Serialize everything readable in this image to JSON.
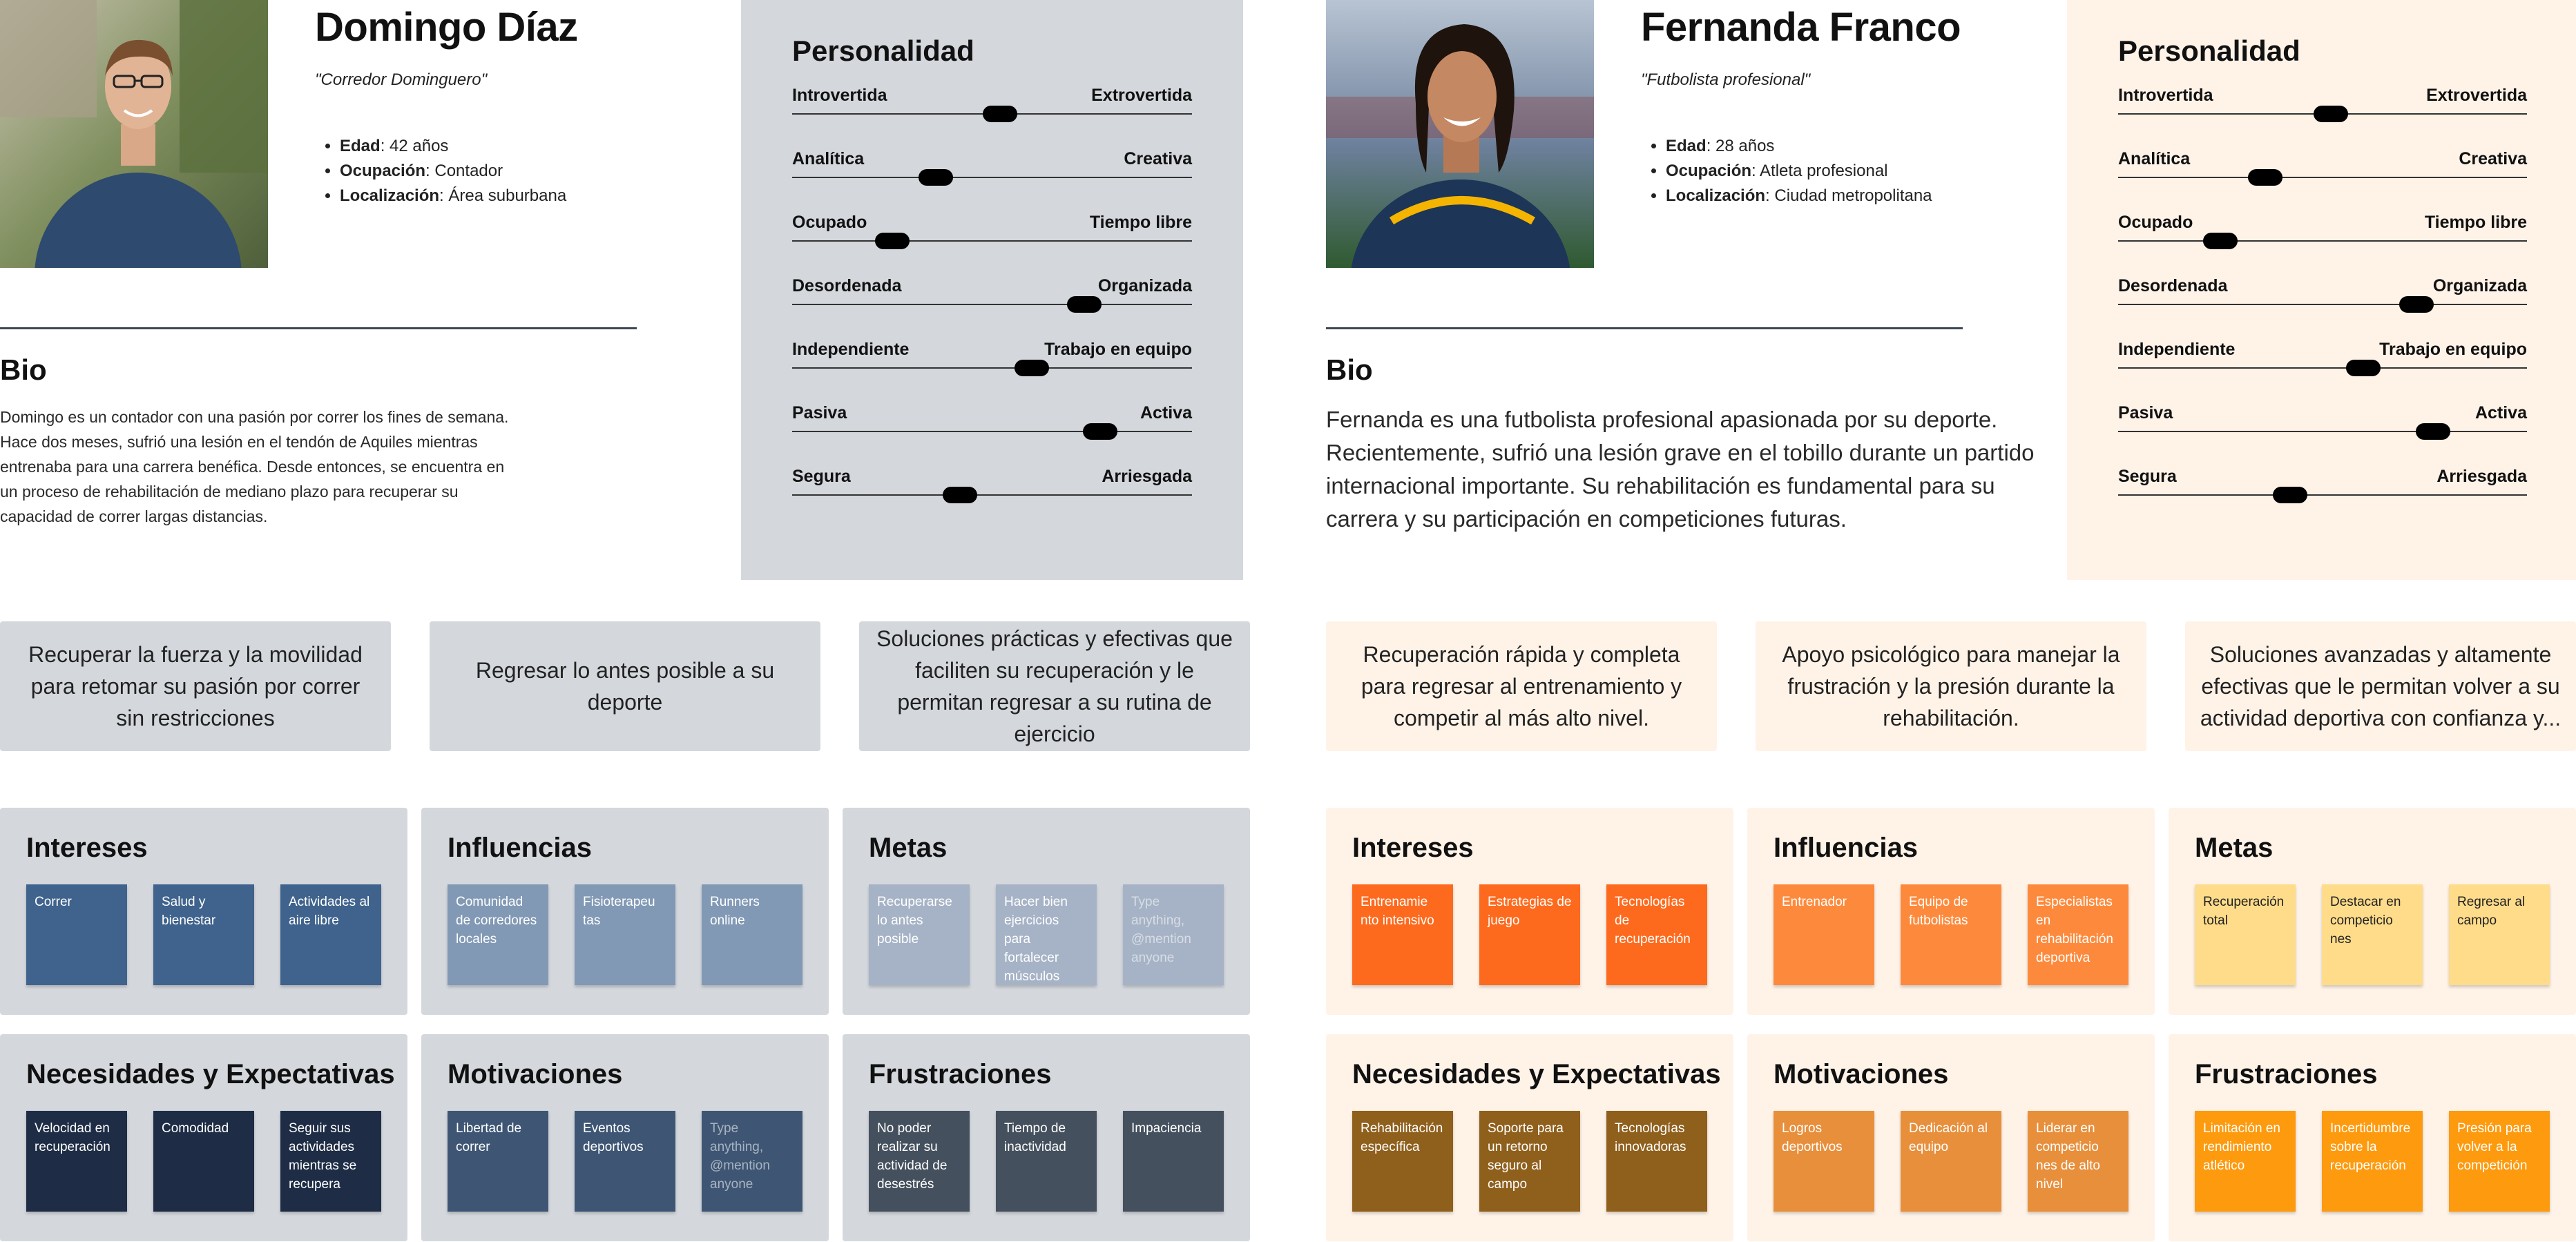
{
  "personas": [
    {
      "name": "Domingo Díaz",
      "quote": "\"Corredor Dominguero\"",
      "facts": [
        {
          "label": "Edad",
          "value": ": 42 años"
        },
        {
          "label": "Ocupación",
          "value": ": Contador"
        },
        {
          "label": "Localización",
          "value": ": Área suburbana"
        }
      ],
      "bio_title": "Bio",
      "bio": "Domingo es un contador con una pasión por correr los fines de semana. Hace dos meses, sufrió una lesión en el tendón de Aquiles mientras entrenaba para una carrera benéfica. Desde entonces, se encuentra en un proceso de rehabilitación de mediano plazo para recuperar su capacidad de correr largas distancias.",
      "personality_title": "Personalidad",
      "traits": [
        {
          "left": "Introvertida",
          "right": "Extrovertida",
          "value": 0.52
        },
        {
          "left": "Analítica",
          "right": "Creativa",
          "value": 0.36
        },
        {
          "left": "Ocupado",
          "right": "Tiempo libre",
          "value": 0.25
        },
        {
          "left": "Desordenada",
          "right": "Organizada",
          "value": 0.73
        },
        {
          "left": "Independiente",
          "right": "Trabajo en equipo",
          "value": 0.6
        },
        {
          "left": "Pasiva",
          "right": "Activa",
          "value": 0.77
        },
        {
          "left": "Segura",
          "right": "Arriesgada",
          "value": 0.42
        }
      ],
      "goals": [
        "Recuperar la fuerza y la movilidad para retomar su pasión por correr sin restricciones",
        "Regresar lo antes posible a su deporte",
        "Soluciones prácticas y efectivas que faciliten su recuperación y le permitan regresar a su rutina de ejercicio"
      ],
      "boards": [
        {
          "title": "Intereses",
          "notes": [
            {
              "text": "Correr",
              "color": "#3f638c"
            },
            {
              "text": "Salud y bienestar",
              "color": "#3f638c"
            },
            {
              "text": "Actividades al aire libre",
              "color": "#3f638c"
            }
          ]
        },
        {
          "title": "Influencias",
          "notes": [
            {
              "text": "Comunidad de corredores locales",
              "color": "#8199b5"
            },
            {
              "text": "Fisioterapeu tas",
              "color": "#8199b5"
            },
            {
              "text": "Runners online",
              "color": "#8199b5"
            }
          ]
        },
        {
          "title": "Metas",
          "notes": [
            {
              "text": "Recuperarse lo antes posible",
              "color": "#a6b3c6"
            },
            {
              "text": "Hacer bien ejercicios para fortalecer músculos",
              "color": "#a6b3c6"
            },
            {
              "text": "Type anything, @mention anyone",
              "color": "#a6b3c6",
              "placeholder": true
            }
          ]
        },
        {
          "title": "Necesidades y Expectativas",
          "notes": [
            {
              "text": "Velocidad en recuperación",
              "color": "#1e2d45"
            },
            {
              "text": "Comodidad",
              "color": "#1e2d45"
            },
            {
              "text": "Seguir sus actividades mientras se recupera",
              "color": "#1e2d45"
            }
          ]
        },
        {
          "title": "Motivaciones",
          "notes": [
            {
              "text": "Libertad de correr",
              "color": "#3e5674"
            },
            {
              "text": "Eventos deportivos",
              "color": "#3e5674"
            },
            {
              "text": "Type anything, @mention anyone",
              "color": "#3e5674",
              "placeholder": true
            }
          ]
        },
        {
          "title": "Frustraciones",
          "notes": [
            {
              "text": "No poder realizar su actividad de desestrés",
              "color": "#45505e"
            },
            {
              "text": "Tiempo de inactividad",
              "color": "#45505e"
            },
            {
              "text": "Impaciencia",
              "color": "#45505e"
            }
          ]
        }
      ]
    },
    {
      "name": "Fernanda Franco",
      "quote": "\"Futbolista profesional\"",
      "facts": [
        {
          "label": "Edad",
          "value": ": 28 años"
        },
        {
          "label": "Ocupación",
          "value": ": Atleta profesional"
        },
        {
          "label": "Localización",
          "value": ": Ciudad metropolitana"
        }
      ],
      "bio_title": "Bio",
      "bio": "Fernanda es una futbolista profesional apasionada por su deporte. Recientemente, sufrió una lesión grave en el tobillo durante un partido internacional importante. Su rehabilitación es fundamental para su carrera y su participación en competiciones futuras.",
      "personality_title": "Personalidad",
      "traits": [
        {
          "left": "Introvertida",
          "right": "Extrovertida",
          "value": 0.52
        },
        {
          "left": "Analítica",
          "right": "Creativa",
          "value": 0.36
        },
        {
          "left": "Ocupado",
          "right": "Tiempo libre",
          "value": 0.25
        },
        {
          "left": "Desordenada",
          "right": "Organizada",
          "value": 0.73
        },
        {
          "left": "Independiente",
          "right": "Trabajo en equipo",
          "value": 0.6
        },
        {
          "left": "Pasiva",
          "right": "Activa",
          "value": 0.77
        },
        {
          "left": "Segura",
          "right": "Arriesgada",
          "value": 0.42
        }
      ],
      "goals": [
        "Recuperación rápida y completa para regresar al entrenamiento y competir al más alto nivel.",
        "Apoyo  psicológico para manejar la frustración y la presión durante la rehabilitación.",
        "Soluciones avanzadas y altamente efectivas que le permitan volver a su actividad deportiva con confianza y..."
      ],
      "boards": [
        {
          "title": "Intereses",
          "notes": [
            {
              "text": "Entrenamie nto intensivo",
              "color": "#fd6a1d"
            },
            {
              "text": "Estrategias de juego",
              "color": "#fd6a1d"
            },
            {
              "text": "Tecnologías de recuperación",
              "color": "#fd6a1d"
            }
          ]
        },
        {
          "title": "Influencias",
          "notes": [
            {
              "text": "Entrenador",
              "color": "#fd8a3c"
            },
            {
              "text": "Equipo de futbolistas",
              "color": "#fd8a3c"
            },
            {
              "text": "Especialistas en rehabilitación deportiva",
              "color": "#fd8a3c"
            }
          ]
        },
        {
          "title": "Metas",
          "notes": [
            {
              "text": "Recuperación total",
              "color": "#fedc8a",
              "dark": true
            },
            {
              "text": "Destacar en competicio nes",
              "color": "#fedc8a",
              "dark": true
            },
            {
              "text": "Regresar al campo",
              "color": "#fedc8a",
              "dark": true
            }
          ]
        },
        {
          "title": "Necesidades y Expectativas",
          "notes": [
            {
              "text": "Rehabilitación específica",
              "color": "#8f5f1c"
            },
            {
              "text": "Soporte para un retorno seguro al campo",
              "color": "#8f5f1c"
            },
            {
              "text": "Tecnologías innovadoras",
              "color": "#8f5f1c"
            }
          ]
        },
        {
          "title": "Motivaciones",
          "notes": [
            {
              "text": "Logros deportivos",
              "color": "#e88f3c"
            },
            {
              "text": "Dedicación al equipo",
              "color": "#e88f3c"
            },
            {
              "text": "Liderar en competicio nes de alto nivel",
              "color": "#e88f3c"
            }
          ]
        },
        {
          "title": "Frustraciones",
          "notes": [
            {
              "text": "Limitación en rendimiento atlético",
              "color": "#fd9a0e"
            },
            {
              "text": "Incertidumbre sobre la recuperación",
              "color": "#fd9a0e"
            },
            {
              "text": "Presión para volver a la competición",
              "color": "#fd9a0e"
            }
          ]
        }
      ]
    }
  ]
}
